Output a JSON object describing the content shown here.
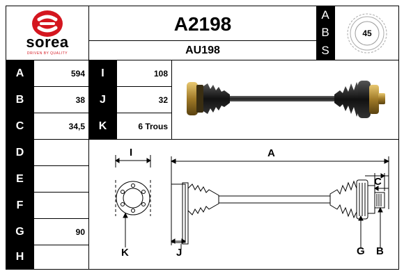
{
  "brand": {
    "name": "sorea",
    "tagline": "DRIVEN BY QUALITY",
    "accent": "#d4161f"
  },
  "header": {
    "part_number": "A2198",
    "ref_code": "AU198",
    "side_letters": [
      "A",
      "B",
      "S"
    ],
    "badge_value": "45"
  },
  "specs": [
    {
      "label": "A",
      "value": "594"
    },
    {
      "label": "B",
      "value": "38"
    },
    {
      "label": "C",
      "value": "34,5"
    },
    {
      "label": "D",
      "value": ""
    },
    {
      "label": "E",
      "value": ""
    },
    {
      "label": "F",
      "value": ""
    },
    {
      "label": "G",
      "value": "90"
    },
    {
      "label": "H",
      "value": ""
    }
  ],
  "specs_right": [
    {
      "label": "I",
      "value": "108"
    },
    {
      "label": "J",
      "value": "32"
    },
    {
      "label": "K",
      "value": "6 Trous"
    }
  ],
  "diagram": {
    "labels": {
      "I": "I",
      "A": "A",
      "C": "C",
      "K": "K",
      "J": "J",
      "G": "G",
      "B": "B"
    }
  }
}
